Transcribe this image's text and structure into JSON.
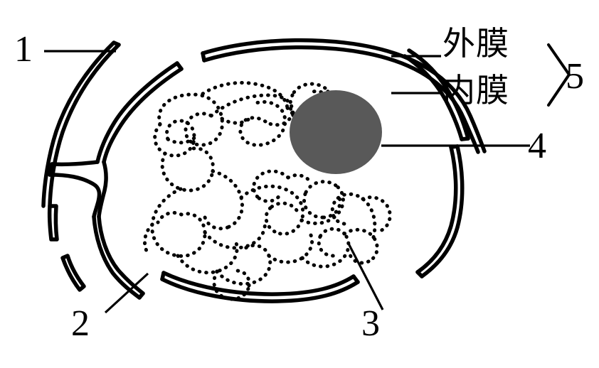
{
  "figure": {
    "title": "Organelle structure diagram",
    "type": "biology-cell-organelle-diagram",
    "background_color": "#ffffff",
    "stroke_color": "#000000",
    "nucleoid_color": "#595959"
  },
  "labels": {
    "n1": "1",
    "n2": "2",
    "n3": "3",
    "n4": "4",
    "n5": "5",
    "outer_membrane": "外膜",
    "inner_membrane": "内膜"
  },
  "parts": [
    {
      "id": "1",
      "label": "1",
      "target": "outer-membrane-upper-left-arc"
    },
    {
      "id": "2",
      "label": "2",
      "target": "inner-membrane-lower-left-arc"
    },
    {
      "id": "3",
      "label": "3",
      "target": "dna-nucleoid-strands"
    },
    {
      "id": "4",
      "label": "4",
      "target": "gray-granule"
    },
    {
      "id": "5",
      "label": "5",
      "target": "membrane-pair-bracket"
    }
  ],
  "membrane_texts": {
    "outer": "外膜",
    "inner": "内膜",
    "bracket_group": "5"
  }
}
